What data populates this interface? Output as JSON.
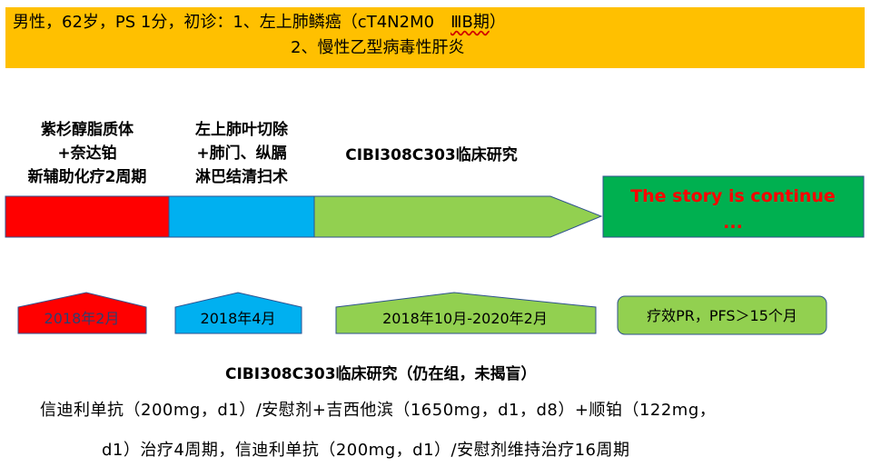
{
  "header": {
    "line1": "男性，62岁，PS 1分，初诊：1、左上肺鳞癌（cT4N2M0　",
    "line1_stage": "ⅢB期",
    "line1_end": "）",
    "line2": "2、慢性乙型病毒性肝炎"
  },
  "phases": [
    {
      "label_lines": [
        "紫杉醇脂质体",
        "+奈达铂",
        "新辅助化疗2周期"
      ],
      "color": "#ff0000"
    },
    {
      "label_lines": [
        "左上肺叶切除",
        "+肺门、纵膈",
        "淋巴结清扫术"
      ],
      "color": "#00b0f0"
    },
    {
      "label_lines": [
        "CIBI308C303临床研究"
      ],
      "color": "#92d050"
    }
  ],
  "continue_box": {
    "text": "The story is continue",
    "dots": "...",
    "color": "#00b050",
    "text_color": "#ff0000"
  },
  "dates": [
    {
      "text": "2018年2月",
      "color": "#ff0000"
    },
    {
      "text": "2018年4月",
      "color": "#00b0f0"
    },
    {
      "text": "2018年10月-2020年2月",
      "color": "#92d050"
    },
    {
      "text": "疗效PR，PFS＞15个月",
      "color": "#92d050"
    }
  ],
  "study": {
    "title": "CIBI308C303临床研究（仍在组，未揭盲）",
    "regimen_line1": "信迪利单抗（200mg，d1）/安慰剂+吉西他滨（1650mg，d1，d8）+顺铂（122mg，",
    "regimen_line2": "d1）治疗4周期，信迪利单抗（200mg，d1）/安慰剂维持治疗16周期"
  }
}
